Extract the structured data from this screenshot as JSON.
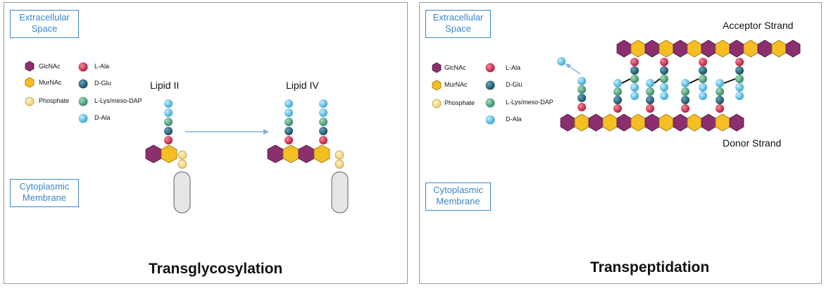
{
  "left_panel": {
    "region_top": "Extracellular\nSpace",
    "region_bottom": "Cytoplasmic\nMembrane",
    "label_lipid2": "Lipid II",
    "label_lipid4": "Lipid IV",
    "title": "Transglycosylation"
  },
  "right_panel": {
    "region_top": "Extracellular\nSpace",
    "region_bottom": "Cytoplasmic\nMembrane",
    "label_acceptor": "Acceptor Strand",
    "label_donor": "Donor Strand",
    "title": "Transpeptidation"
  },
  "legend": {
    "glcnac": "GlcNAc",
    "murnac": "MurNAc",
    "phosphate": "Phosphate",
    "l_ala": "L-Ala",
    "d_glu": "D-Glu",
    "l_lys": "L-Lys/meso-DAP",
    "d_ala": "D-Ala"
  },
  "colors": {
    "glcnac": "#8b2f6e",
    "murnac": "#f5be22",
    "phosphate": "#f8dc8a",
    "l_ala": "#d0294a",
    "d_glu": "#1f6d88",
    "l_lys": "#4ea67e",
    "d_ala": "#5cc7ee",
    "region_box": "#3f86c8",
    "membrane": "#8597d6",
    "arrow": "#7fb2e0"
  }
}
